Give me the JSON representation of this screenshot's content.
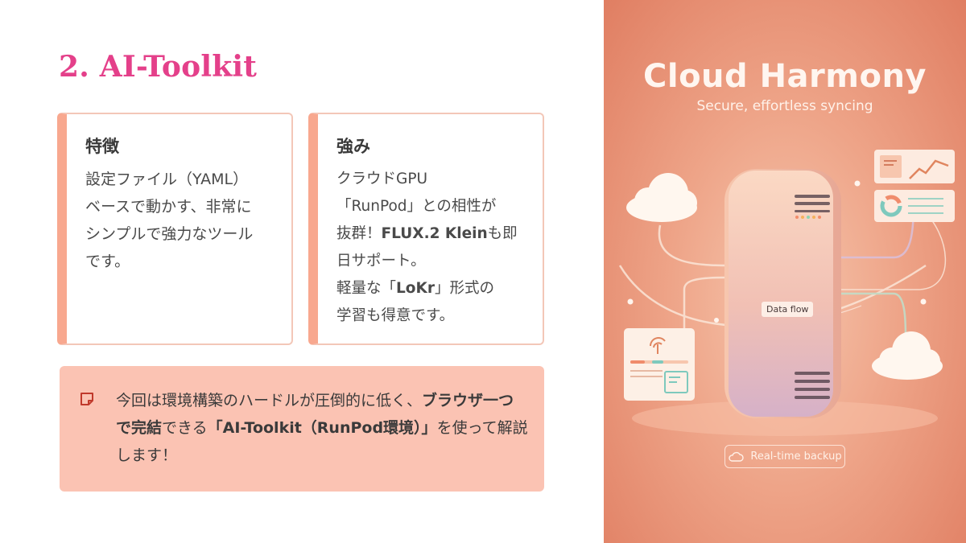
{
  "slide": {
    "title": "2. AI-Toolkit",
    "card1": {
      "heading": "特徴",
      "body": "設定ファイル（YAML）\nベースで動かす、非常に\nシンプルで強力なツール\nです。"
    },
    "card2": {
      "heading": "強み",
      "line1": "クラウドGPU",
      "line2": "「RunPod」との相性が",
      "line3_pre": "抜群！",
      "line3_bold": "FLUX.2 Klein",
      "line3_post": "も即",
      "line4": "日サポート。",
      "line5_pre": "軽量な「",
      "line5_bold": "LoKr",
      "line5_post": "」形式の",
      "line6": "学習も得意です。"
    },
    "note": {
      "icon": "sticky-note-icon",
      "text_pre": "今回は環境構築のハードルが圧倒的に低く、",
      "text_bold1": "ブラウザ一つで完結",
      "text_mid": "できる",
      "text_bold2": "「AI-Toolkit（RunPod環境）」",
      "text_post": "を使って解説します！"
    }
  },
  "illustration": {
    "title": "Cloud Harmony",
    "subtitle": "Secure, effortless syncing",
    "data_flow_label": "Data flow",
    "backup_label": "Real-time backup",
    "colors": {
      "accent": "#e4408a",
      "card_border": "#f8a88f",
      "note_bg": "#fbc3b3",
      "panel_bg": "#e98b6f"
    }
  }
}
